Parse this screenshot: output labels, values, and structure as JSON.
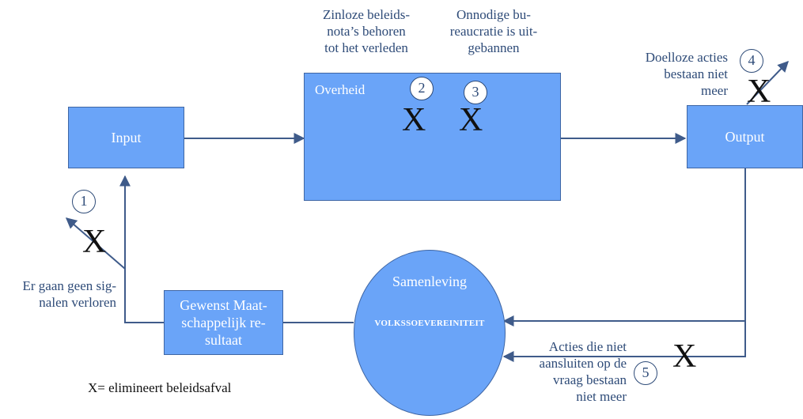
{
  "nodes": {
    "input": "Input",
    "overheid": "Overheid",
    "output": "Output",
    "gewenst": [
      "Gewenst Maat-",
      "schappelijk re-",
      "sultaat"
    ],
    "samenleving_title": "Samenleving",
    "samenleving_sub": "VOLKSSOEVEREINITEIT"
  },
  "annotations": {
    "note_1": [
      "Er gaan geen sig-",
      "nalen verloren"
    ],
    "note_2": [
      "Zinloze beleids-",
      "nota’s behoren",
      "tot het verleden"
    ],
    "note_3": [
      "Onnodige bu-",
      "reaucratie is uit-",
      "gebannen"
    ],
    "note_4": [
      "Doelloze acties",
      "bestaan niet",
      "meer"
    ],
    "note_5": [
      "Acties die niet",
      "aansluiten op de",
      "vraag bestaan",
      "niet meer"
    ]
  },
  "markers": {
    "x_symbol": "X",
    "numbers": [
      "1",
      "2",
      "3",
      "4",
      "5"
    ]
  },
  "legend": "X= elimineert beleidsafval",
  "colors": {
    "box_fill": "#6aa4f8",
    "box_border": "#3f66a4",
    "arrow": "#3f5b8a",
    "text_dark_blue": "#2e4b78",
    "x_mark": "#111111"
  }
}
